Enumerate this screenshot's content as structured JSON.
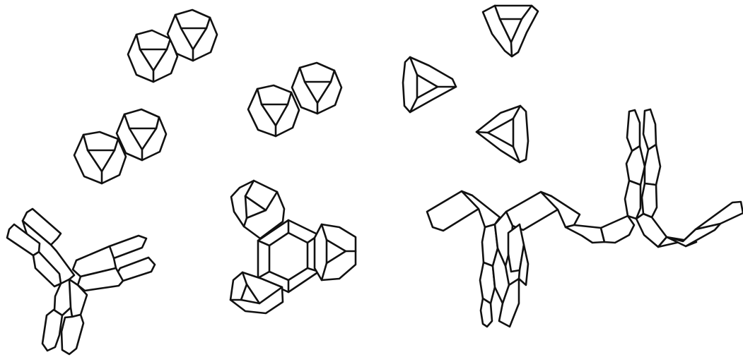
{
  "scene": {
    "background": "#ffffff",
    "stroke_color": "#111111",
    "figures": [
      {
        "name": "hexagon-pair-top",
        "kind": "hexagon-pair"
      },
      {
        "name": "hexagon-pair-middle",
        "kind": "hexagon-pair"
      },
      {
        "name": "hexagon-pair-center",
        "kind": "hexagon-pair"
      },
      {
        "name": "triangle-unit-upper",
        "kind": "triangle-unit"
      },
      {
        "name": "triangle-unit-left",
        "kind": "triangle-unit"
      },
      {
        "name": "triangle-unit-lower",
        "kind": "triangle-unit"
      },
      {
        "name": "hexagon-ring-assembly",
        "kind": "hexagon-ring"
      },
      {
        "name": "y-antibody-left",
        "kind": "y-shape"
      },
      {
        "name": "y-antibody-chain-right",
        "kind": "y-chain"
      }
    ]
  }
}
